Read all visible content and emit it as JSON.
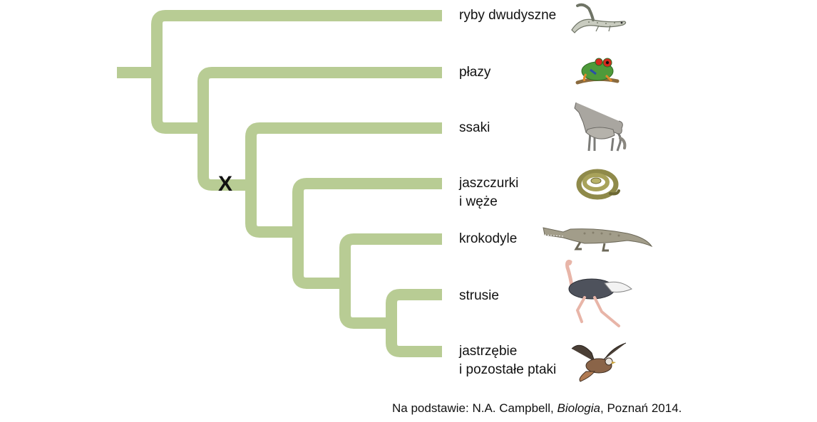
{
  "taxa": [
    {
      "line1": "ryby dwudyszne",
      "line2": "",
      "icon": "lungfish-icon"
    },
    {
      "line1": "płazy",
      "line2": "",
      "icon": "frog-icon"
    },
    {
      "line1": "ssaki",
      "line2": "",
      "icon": "wolf-icon"
    },
    {
      "line1": "jaszczurki",
      "line2": "i węże",
      "icon": "snake-icon"
    },
    {
      "line1": "krokodyle",
      "line2": "",
      "icon": "crocodile-icon"
    },
    {
      "line1": "strusie",
      "line2": "",
      "icon": "ostrich-icon"
    },
    {
      "line1": "jastrzębie",
      "line2": "i pozostałe ptaki",
      "icon": "hawk-icon"
    }
  ],
  "marker": "X",
  "source": {
    "prefix": "Na podstawie: N.A. Campbell, ",
    "title": "Biologia",
    "suffix": ", Poznań 2014."
  },
  "colors": {
    "branch": "#b8cc94"
  }
}
